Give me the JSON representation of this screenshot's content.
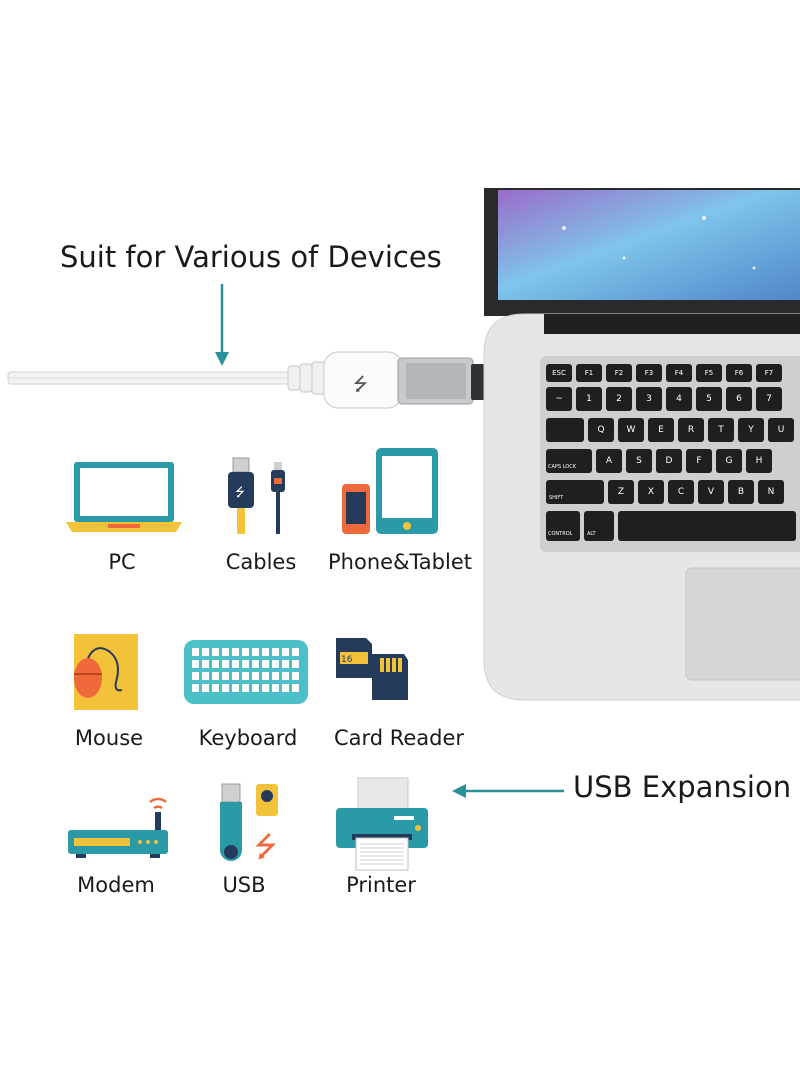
{
  "headline": "Suit for Various of Devices",
  "callout": "USB Expansion",
  "devices": [
    {
      "label": "PC",
      "icon": "laptop-icon"
    },
    {
      "label": "Cables",
      "icon": "usb-cable-icon"
    },
    {
      "label": "Phone&Tablet",
      "icon": "phone-tablet-icon"
    },
    {
      "label": "Mouse",
      "icon": "mouse-icon"
    },
    {
      "label": "Keyboard",
      "icon": "keyboard-icon"
    },
    {
      "label": "Card Reader",
      "icon": "sd-card-icon"
    },
    {
      "label": "Modem",
      "icon": "modem-icon"
    },
    {
      "label": "USB",
      "icon": "usb-drive-icon"
    },
    {
      "label": "Printer",
      "icon": "printer-icon"
    }
  ],
  "keyboard_keys": {
    "row_fn": [
      "ESC",
      "F1",
      "F2",
      "F3",
      "F4",
      "F5",
      "F6",
      "F7"
    ],
    "row_num": [
      "~",
      "1",
      "2",
      "3",
      "4",
      "5",
      "6",
      "7"
    ],
    "row_q": [
      "Q",
      "W",
      "E",
      "R",
      "T",
      "Y",
      "U"
    ],
    "row_a": [
      "A",
      "S",
      "D",
      "F",
      "G",
      "H"
    ],
    "row_z": [
      "Z",
      "X",
      "C",
      "V",
      "B",
      "N"
    ],
    "mod_tab": "",
    "mod_caps": "CAPS LOCK",
    "mod_shift": "SHIFT",
    "mod_control": "CONTROL",
    "mod_alt": "ALT"
  },
  "colors": {
    "teal": "#2a9aa6",
    "light_teal": "#4bc0c8",
    "orange": "#ef6a3a",
    "yellow": "#f2c23a",
    "navy": "#243b5c",
    "arrow": "#2a8f98"
  }
}
